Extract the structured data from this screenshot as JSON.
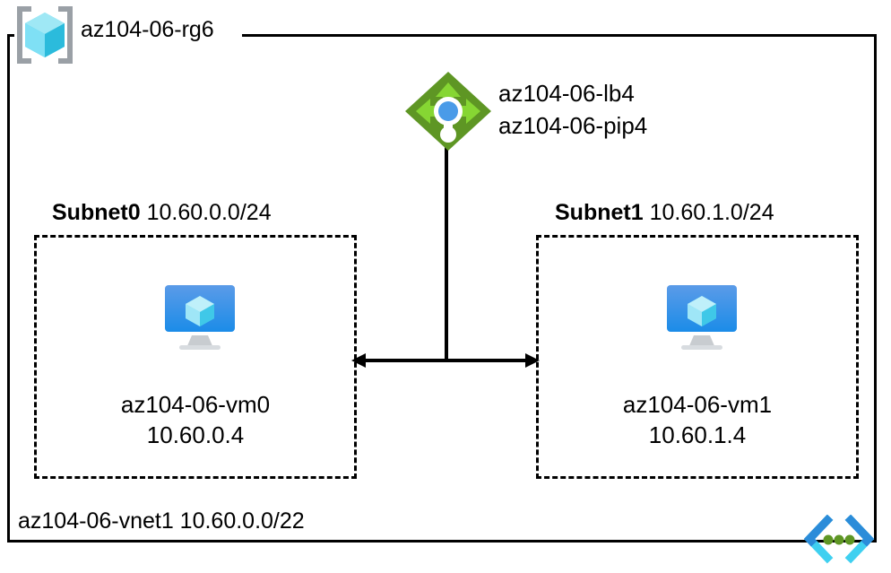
{
  "diagram": {
    "title": "Azure resource group network topology",
    "resource_group": {
      "icon": "resource-group-cube-icon",
      "label": "az104-06-rg6"
    },
    "load_balancer": {
      "icon": "load-balancer-icon",
      "labels": [
        "az104-06-lb4",
        "az104-06-pip4"
      ]
    },
    "subnets": [
      {
        "name": "Subnet0",
        "cidr": "10.60.0.0/24",
        "vm": {
          "icon": "virtual-machine-icon",
          "name": "az104-06-vm0",
          "ip": "10.60.0.4"
        }
      },
      {
        "name": "Subnet1",
        "cidr": "10.60.1.0/24",
        "vm": {
          "icon": "virtual-machine-icon",
          "name": "az104-06-vm1",
          "ip": "10.60.1.4"
        }
      }
    ],
    "vnet": {
      "icon": "virtual-network-icon",
      "label": "az104-06-vnet1 10.60.0.0/22"
    },
    "colors": {
      "border": "#000000",
      "load_balancer_diamond": "#5E9624",
      "load_balancer_arrows": "#86D633",
      "load_balancer_dot": "#4A9BE8",
      "vm_screen_top": "#5B9BE8",
      "vm_screen_bottom": "#1B8CE8",
      "cube_light": "#9FE8F5",
      "cube_mid": "#3FD0F0",
      "cube_dark": "#2BBBDC",
      "rg_bracket": "#9AA0A6",
      "vnet_blue": "#2B8CD9",
      "vnet_cyan": "#3FD0F0",
      "vnet_dot": "#5E9624"
    }
  }
}
